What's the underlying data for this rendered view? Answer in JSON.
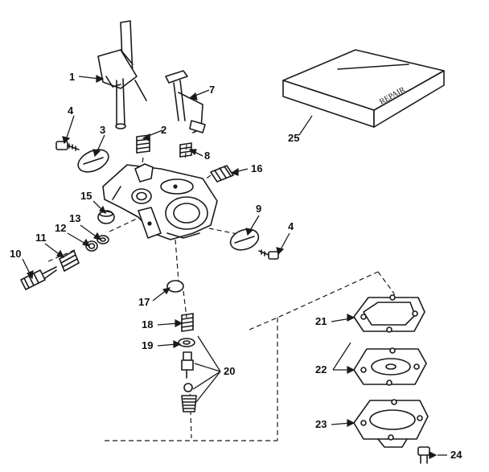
{
  "callouts": [
    {
      "id": "c1",
      "text": "1"
    },
    {
      "id": "c2",
      "text": "2"
    },
    {
      "id": "c3",
      "text": "3"
    },
    {
      "id": "c4a",
      "text": "4"
    },
    {
      "id": "c4b",
      "text": "4"
    },
    {
      "id": "c7",
      "text": "7"
    },
    {
      "id": "c8",
      "text": "8"
    },
    {
      "id": "c9",
      "text": "9"
    },
    {
      "id": "c10",
      "text": "10"
    },
    {
      "id": "c11",
      "text": "11"
    },
    {
      "id": "c12",
      "text": "12"
    },
    {
      "id": "c13",
      "text": "13"
    },
    {
      "id": "c15",
      "text": "15"
    },
    {
      "id": "c16",
      "text": "16"
    },
    {
      "id": "c17",
      "text": "17"
    },
    {
      "id": "c18",
      "text": "18"
    },
    {
      "id": "c19",
      "text": "19"
    },
    {
      "id": "c20",
      "text": "20"
    },
    {
      "id": "c21",
      "text": "21"
    },
    {
      "id": "c22",
      "text": "22"
    },
    {
      "id": "c23",
      "text": "23"
    },
    {
      "id": "c24",
      "text": "24"
    },
    {
      "id": "c25",
      "text": "25"
    }
  ],
  "repair_kit": {
    "label": "REPAIR"
  }
}
